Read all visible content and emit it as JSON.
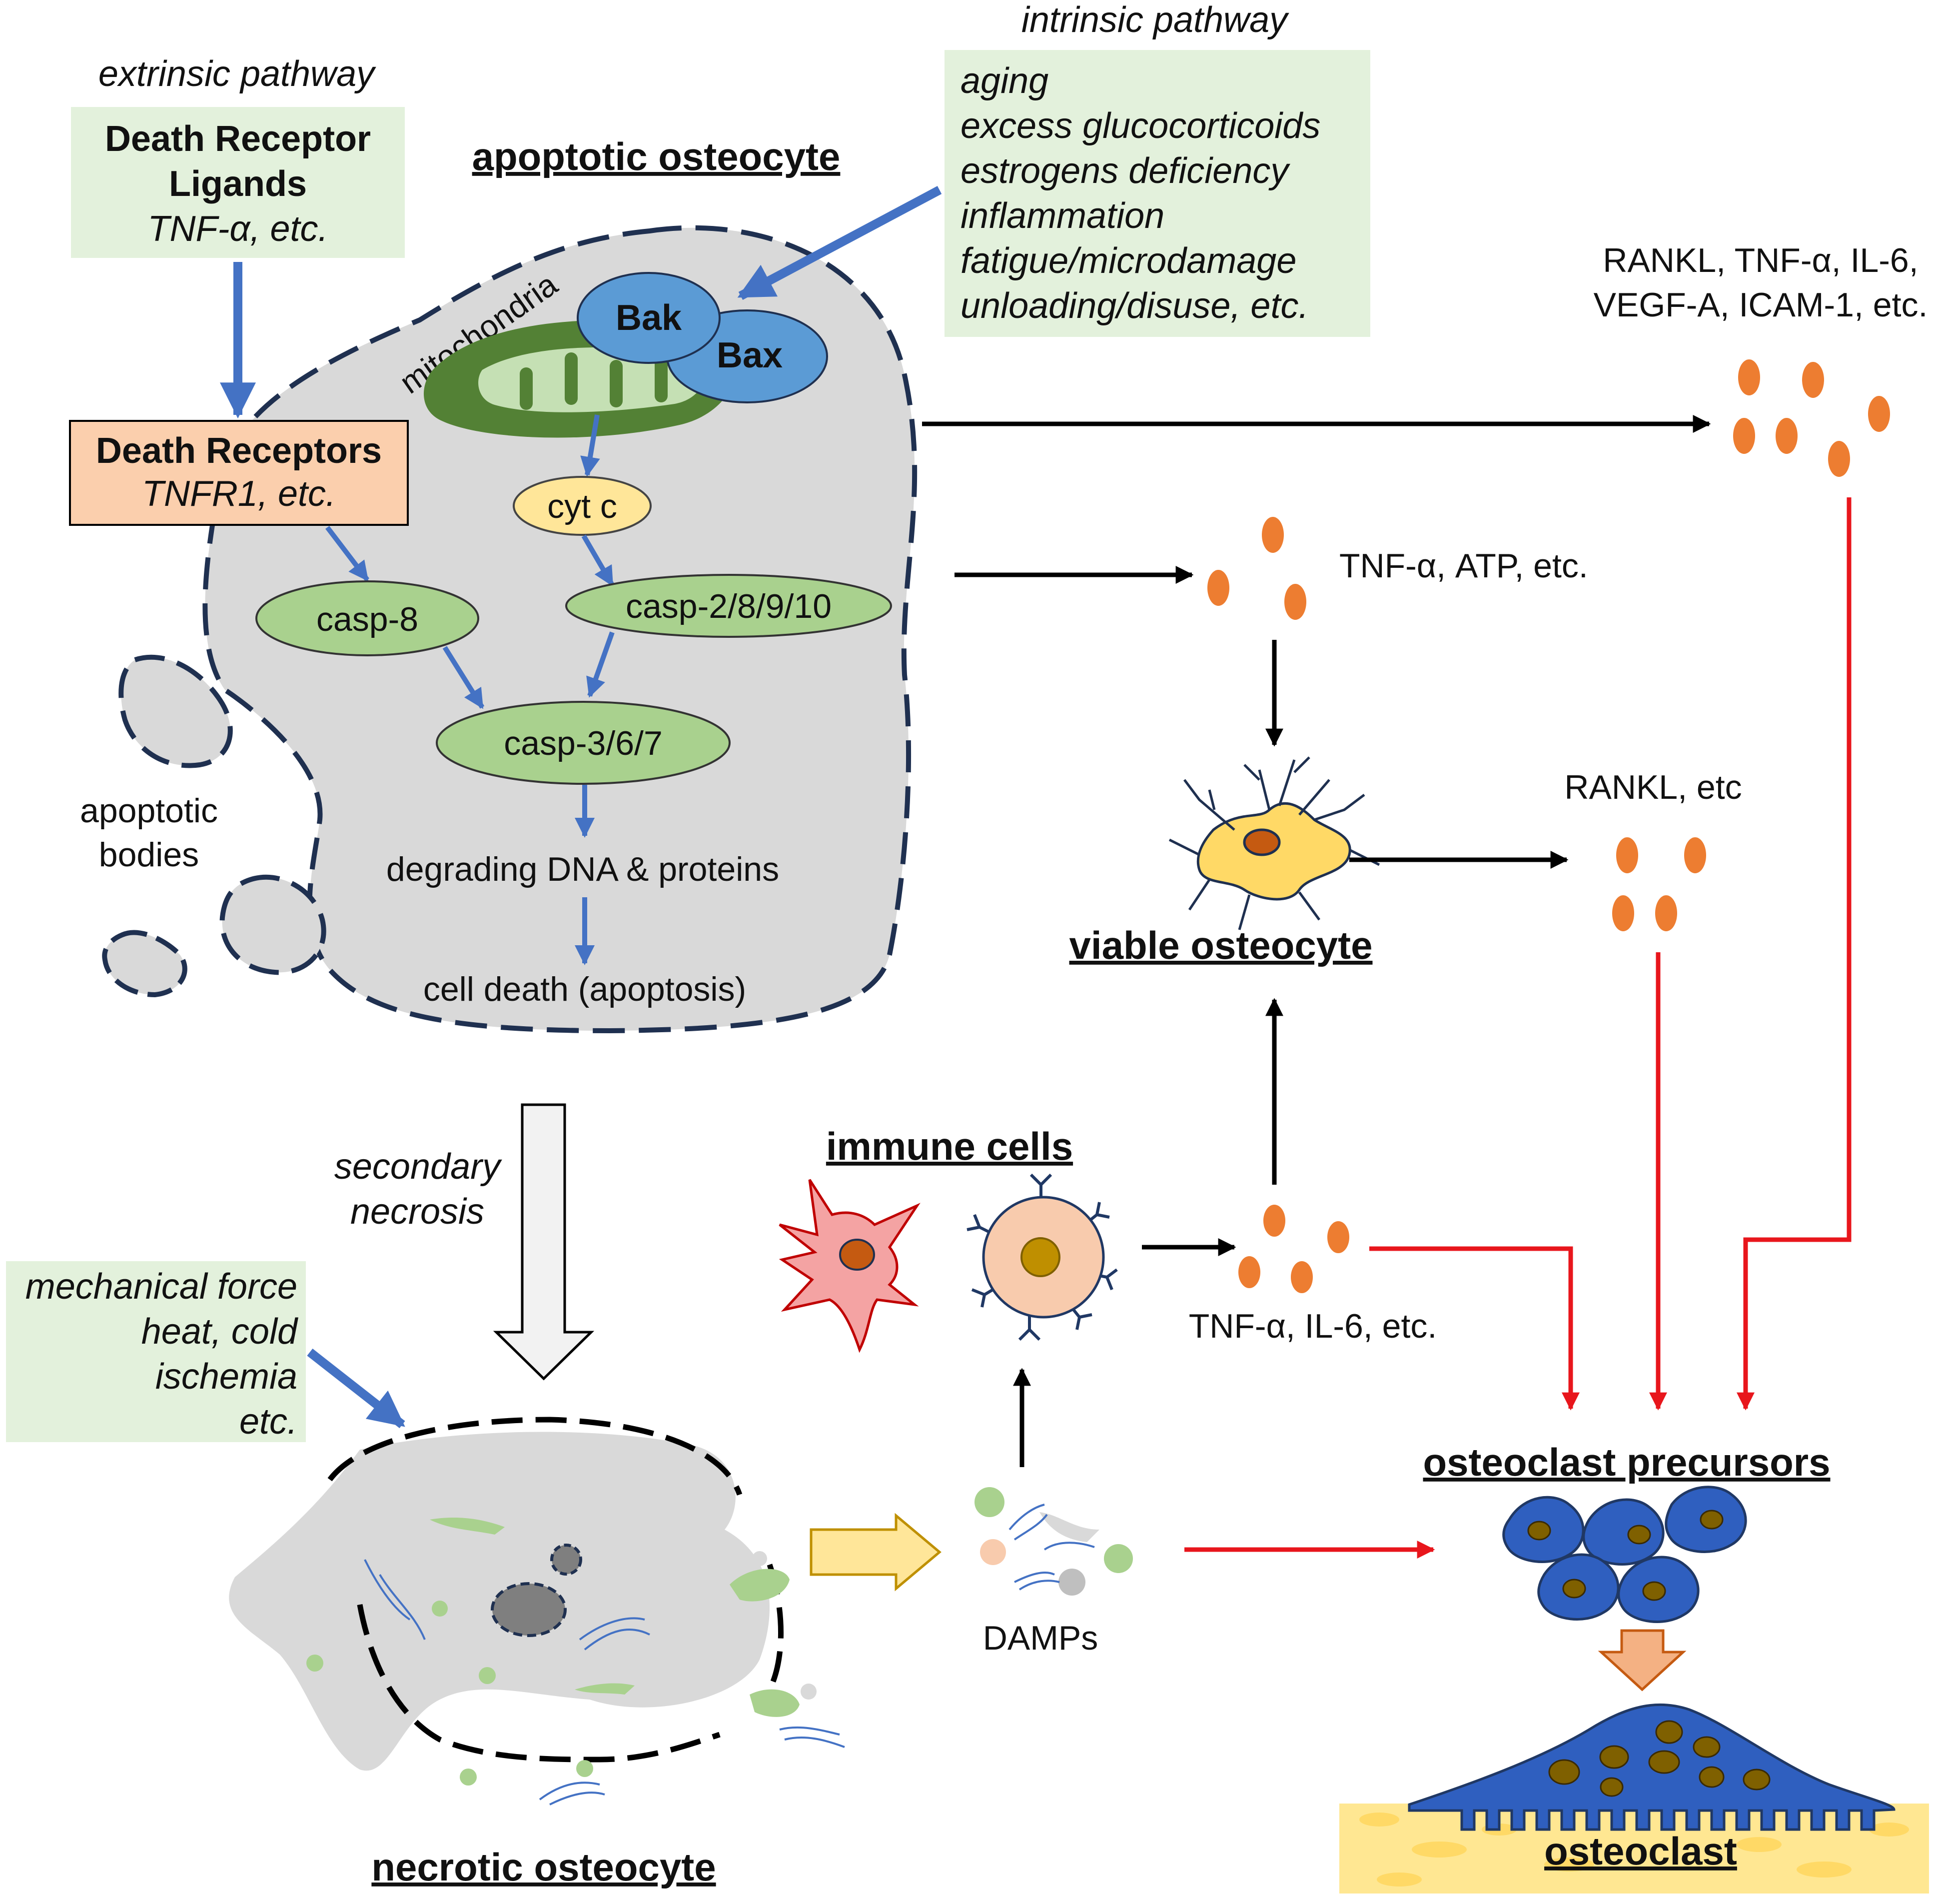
{
  "extrinsic": {
    "heading": "extrinsic pathway",
    "ligands_line1": "Death Receptor",
    "ligands_line2": "Ligands",
    "ligands_example": "TNF-α, etc.",
    "receptors_title": "Death Receptors",
    "receptors_example": "TNFR1, etc."
  },
  "intrinsic": {
    "heading": "intrinsic pathway",
    "items": [
      "aging",
      "excess glucocorticoids",
      "estrogens deficiency",
      "inflammation",
      "fatigue/microdamage",
      "unloading/disuse, etc."
    ]
  },
  "apoptotic": {
    "title": "apoptotic osteocyte",
    "mitochondria": "mitochondria",
    "bak": "Bak",
    "bax": "Bax",
    "cytc": "cyt c",
    "casp8": "casp-8",
    "casp2": "casp-2/8/9/10",
    "casp3": "casp-3/6/7",
    "degrading": "degrading DNA & proteins",
    "death": "cell death (apoptosis)",
    "bodies_line1": "apoptotic",
    "bodies_line2": "bodies"
  },
  "secondary": {
    "line1": "secondary",
    "line2": "necrosis"
  },
  "necrotic": {
    "title": "necrotic osteocyte",
    "causes": [
      "mechanical force",
      "heat, cold",
      "ischemia",
      "etc."
    ]
  },
  "signals": {
    "top": [
      "RANKL, TNF-α, IL-6,",
      "VEGF-A, ICAM-1, etc."
    ],
    "middle": "TNF-α, ATP, etc.",
    "rankl": "RANKL, etc",
    "immune": "TNF-α, IL-6, etc.",
    "damps": "DAMPs"
  },
  "cells": {
    "viable": "viable osteocyte",
    "immune": "immune cells",
    "precursors": "osteoclast precursors",
    "osteoclast": "osteoclast"
  },
  "colors": {
    "green_box": "#e3f1dc",
    "orange_box": "#fbcfad",
    "casp_fill": "#a9d18e",
    "blue_arrow": "#4472c4",
    "red_arrow": "#e8161c",
    "signal_dot": "#ed7d31",
    "bak_fill": "#5b9bd5",
    "cytc_fill": "#ffe699",
    "cell_gray": "#d9d9d9",
    "osteoclast_blue": "#2f5fbf",
    "bone": "#ffe792"
  }
}
